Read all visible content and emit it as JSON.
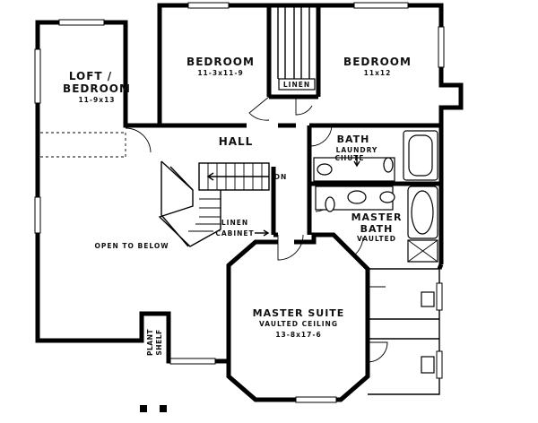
{
  "rooms": {
    "loft": {
      "name_line1": "LOFT /",
      "name_line2": "BEDROOM",
      "size": "11-9x13"
    },
    "bedroom1": {
      "name": "BEDROOM",
      "size": "11-3x11-9"
    },
    "bedroom2": {
      "name": "BEDROOM",
      "size": "11x12"
    },
    "linen": "LINEN",
    "hall": "HALL",
    "dn": "DN",
    "bath": "BATH",
    "laundry_chute_line1": "LAUNDRY",
    "laundry_chute_line2": "CHUTE",
    "master_bath": {
      "name_line1": "MASTER",
      "name_line2": "BATH",
      "note": "VAULTED"
    },
    "linen_cabinet_line1": "LINEN",
    "linen_cabinet_line2": "CABINET",
    "open_to_below": "OPEN TO BELOW",
    "master_suite": {
      "name": "MASTER SUITE",
      "note": "VAULTED CEILING",
      "size": "13-8x17-6"
    },
    "plant_shelf_line1": "PLANT",
    "plant_shelf_line2": "SHELF"
  }
}
